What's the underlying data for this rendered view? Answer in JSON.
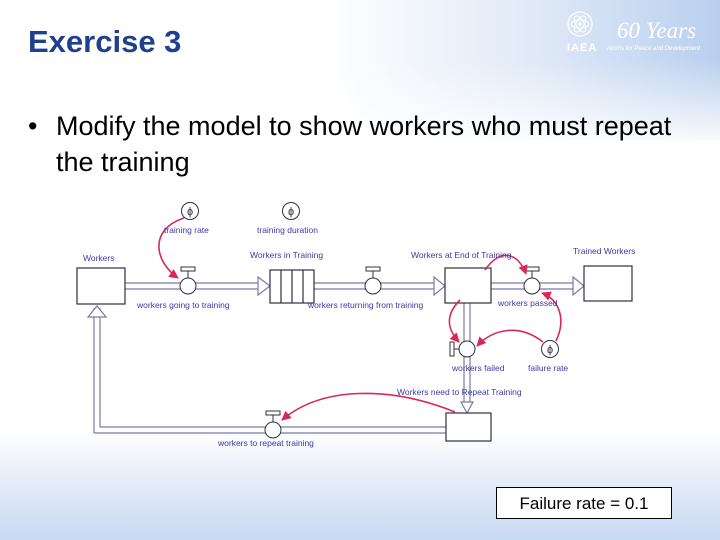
{
  "slide": {
    "title": "Exercise 3",
    "bullet": "Modify the model to show workers who must repeat the training",
    "bullet_marker": "•",
    "note": "Failure rate = 0.1"
  },
  "logo": {
    "years_text": "60 Years",
    "org_text": "IAEA",
    "tagline": "Atoms for Peace and Development"
  },
  "diagram": {
    "stocks": {
      "workers": "Workers",
      "workers_in_training": "Workers in Training",
      "workers_end_training": "Workers at End of Training",
      "trained_workers": "Trained Workers",
      "workers_need_repeat": "Workers need to Repeat Training"
    },
    "flows": {
      "going_to_training": "workers going to training",
      "returning_from_training": "workers returning from training",
      "passed": "workers passed",
      "failed": "workers failed",
      "to_repeat_training": "workers to repeat training"
    },
    "converters": {
      "training_rate": "training rate",
      "training_duration": "training duration",
      "failure_rate": "failure rate"
    },
    "converter_symbol": "ɸ",
    "colors": {
      "stock_border": "#303040",
      "flow_pipe": "#7a7aa6",
      "connector": "#d8285a",
      "label": "#3a3aa8",
      "title": "#1f3f8f"
    }
  }
}
